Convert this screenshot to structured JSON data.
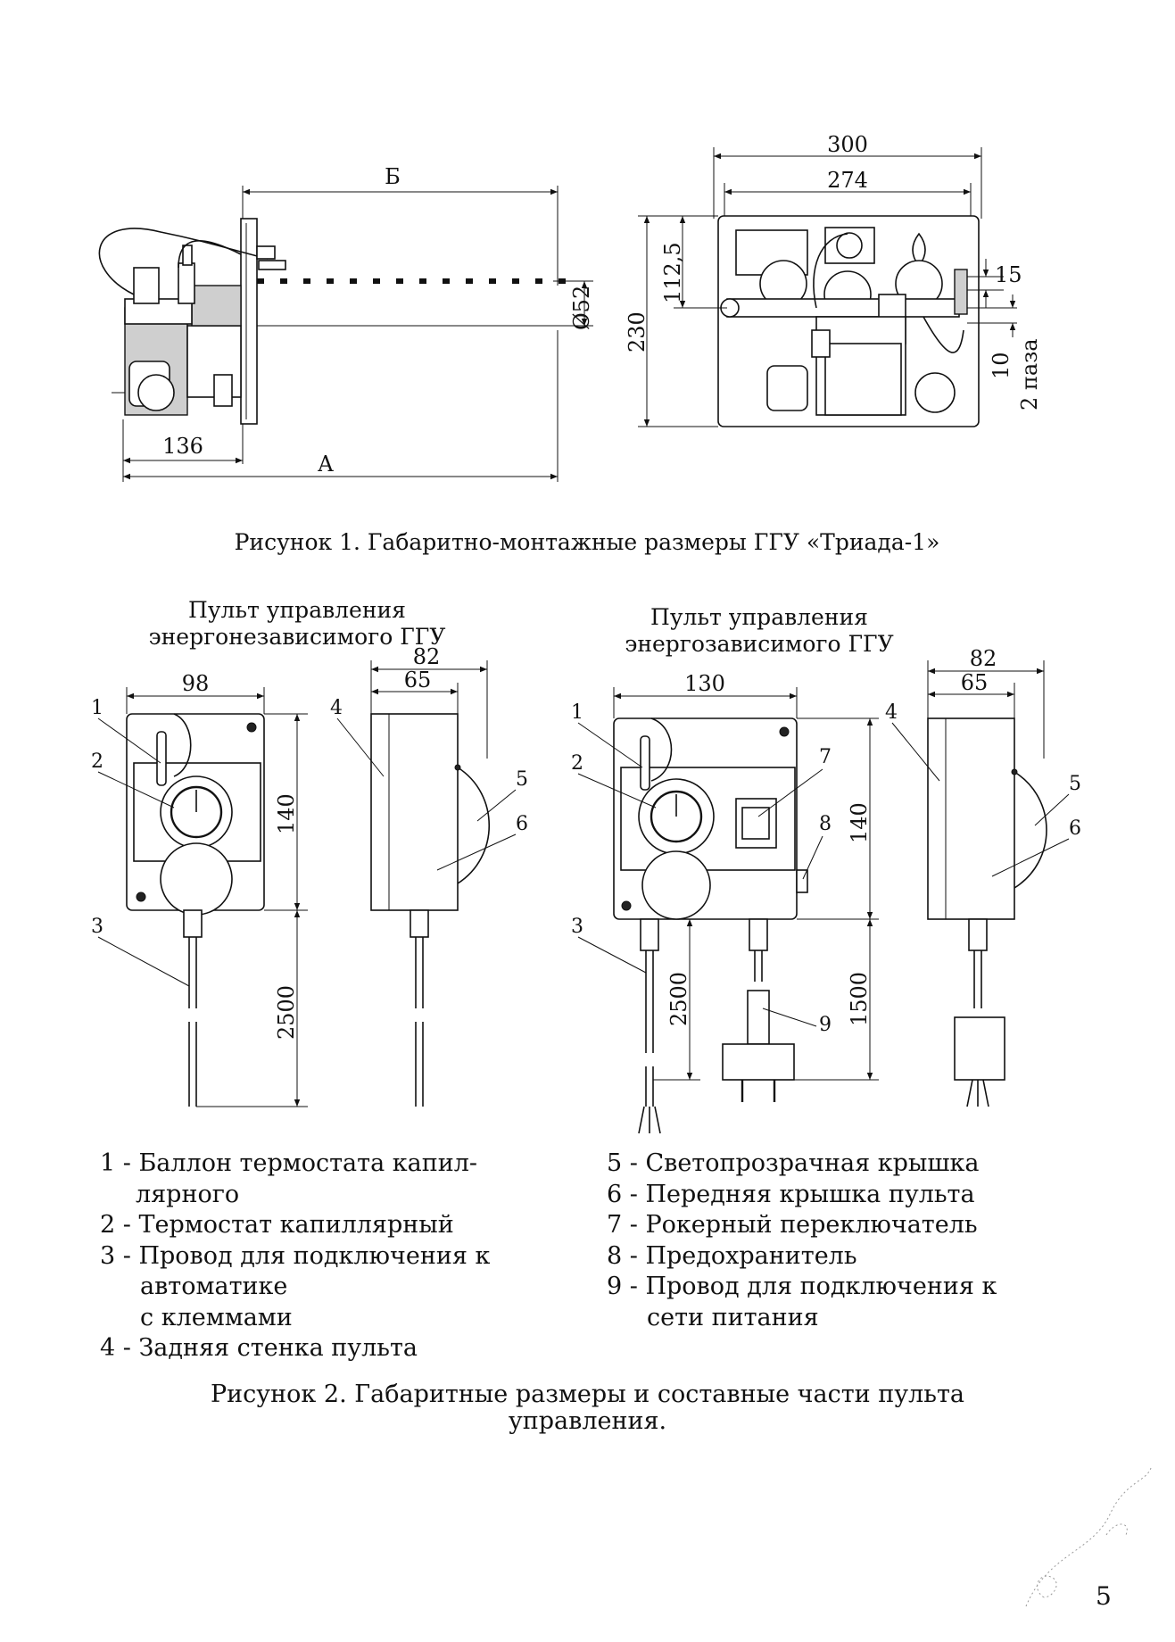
{
  "figure1": {
    "caption": "Рисунок 1. Габаритно-монтажные  размеры ГГУ «Триада-1»",
    "dims": {
      "b": "Б",
      "d52": "Ø52",
      "d136": "136",
      "a": "А",
      "d300": "300",
      "d274": "274",
      "d112": "112,5",
      "d230": "230",
      "d15": "15",
      "d10": "10",
      "slots": "2 паза"
    }
  },
  "figure2": {
    "caption_line1": "Рисунок 2. Габаритные размеры и составные части пульта",
    "caption_line2": "управления.",
    "left_title_line1": "Пульт управления",
    "left_title_line2": "энергонезависимого ГГУ",
    "right_title_line1": "Пульт управления",
    "right_title_line2": "энергозависимого ГГУ",
    "dims": {
      "l98": "98",
      "l82": "82",
      "l65": "65",
      "l140": "140",
      "l2500": "2500",
      "r130": "130",
      "r82": "82",
      "r65": "65",
      "r140": "140",
      "r2500": "2500",
      "r1500": "1500"
    },
    "callouts": {
      "c1": "1",
      "c2": "2",
      "c3": "3",
      "c4": "4",
      "c5": "5",
      "c6": "6",
      "c7": "7",
      "c8": "8",
      "c9": "9"
    }
  },
  "legend_left": [
    "1 - Баллон термостата капил-",
    "лярного",
    "2 - Термостат капиллярный",
    "3 - Провод для подключения к",
    "автоматике",
    "с клеммами",
    "4 - Задняя стенка пульта"
  ],
  "legend_right": [
    "5 - Светопрозрачная крышка",
    "6 - Передняя крышка пульта",
    "7 - Рокерный переключатель",
    "8 - Предохранитель",
    "9 - Провод для подключения к",
    "сети питания"
  ],
  "page_number": "5"
}
